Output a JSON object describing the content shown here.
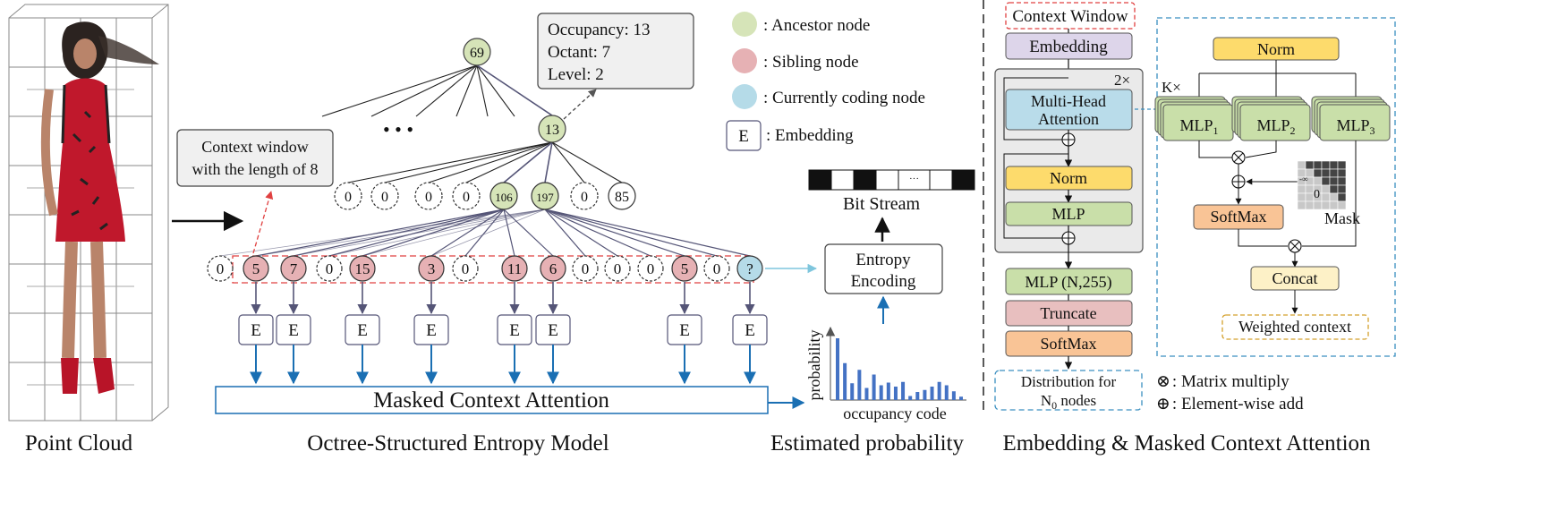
{
  "captions": {
    "point_cloud": "Point Cloud",
    "octree_model": "Octree-Structured Entropy Model",
    "estimated_probability": "Estimated probability",
    "embedding_attention": "Embedding & Masked Context Attention"
  },
  "octree": {
    "root": "69",
    "ellipsis": "• • •",
    "parent": "13",
    "info_box": [
      "Occupancy: 13",
      "Octant: 7",
      "Level: 2"
    ],
    "level2": [
      "0",
      "0",
      "0",
      "0",
      "106",
      "197",
      "0",
      "85"
    ],
    "level3": [
      "0",
      "5",
      "7",
      "0",
      "15",
      "3",
      "0",
      "11",
      "6",
      "0",
      "0",
      "0",
      "5",
      "0",
      "?"
    ],
    "context_note": [
      "Context window",
      "with the length of 8"
    ],
    "embed_label": "E",
    "mca_label": "Masked Context Attention"
  },
  "legend": {
    "ancestor": ": Ancestor node",
    "sibling": ": Sibling node",
    "current": ": Currently coding node",
    "embedding_symbol": "E",
    "embedding": ": Embedding"
  },
  "probability_panel": {
    "bit_stream": "Bit Stream",
    "bit_stream_dots": "···",
    "entropy_encoding": [
      "Entropy",
      "Encoding"
    ],
    "ylabel": "probability",
    "xlabel": "occupancy code"
  },
  "network": {
    "context_window": "Context Window",
    "embedding": "Embedding",
    "repeat": "2×",
    "mha": [
      "Multi-Head",
      "Attention"
    ],
    "norm": "Norm",
    "mlp": "MLP",
    "mlp_out": "MLP (N,255)",
    "truncate": "Truncate",
    "softmax": "SoftMax",
    "distribution": [
      "Distribution for",
      "N",
      "0",
      " nodes"
    ]
  },
  "attention_detail": {
    "norm": "Norm",
    "k": "K×",
    "mlps": [
      "MLP",
      "MLP",
      "MLP"
    ],
    "mlp_subs": [
      "1",
      "2",
      "3"
    ],
    "softmax": "SoftMax",
    "mask": "Mask",
    "mask_inf": "-∞",
    "mask_zero": "0",
    "concat": "Concat",
    "weighted": "Weighted context"
  },
  "notes": {
    "mult_sym": "⊗",
    "mult": ": Matrix multiply",
    "add_sym": "⊕",
    "add": ": Element-wise add"
  },
  "colors": {
    "ancestor": "#d6e4b8",
    "sibling": "#e6b1b4",
    "current": "#b5dbe8",
    "norm": "#fddb6c",
    "mlp": "#c9dfa9",
    "embedding": "#ddd5ea",
    "mha": "#b9dcea",
    "truncate": "#e8bfbf",
    "softmax": "#f9c496",
    "concat": "#fdf1c7",
    "arrow_blue": "#1a6fb3",
    "dash_red": "#e04040",
    "dash_blue": "#3a8fc0",
    "bar_blue": "#4472c4",
    "node_line": "#555577"
  },
  "chart_data": {
    "type": "bar",
    "xlabel": "occupancy code",
    "ylabel": "probability",
    "values": [
      0.92,
      0.55,
      0.25,
      0.45,
      0.18,
      0.38,
      0.22,
      0.26,
      0.2,
      0.27,
      0.06,
      0.12,
      0.15,
      0.2,
      0.27,
      0.22,
      0.13,
      0.05
    ]
  }
}
